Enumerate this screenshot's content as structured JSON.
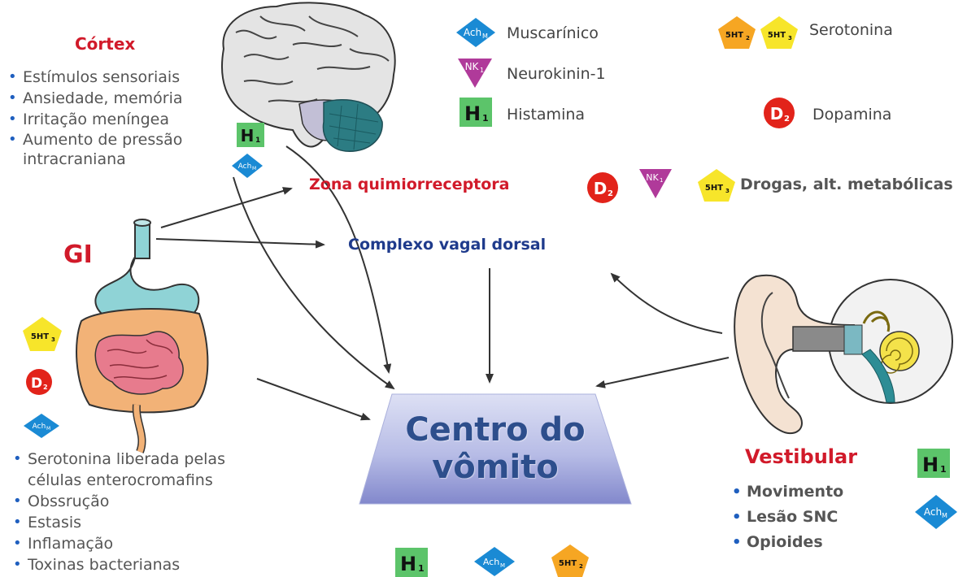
{
  "legend": {
    "muscarinic": {
      "badge_main": "Ach",
      "badge_sub": "M",
      "label": "Muscarínico"
    },
    "neurokinin": {
      "badge_main": "NK",
      "badge_sub": "1",
      "label": "Neurokinin-1"
    },
    "histamine": {
      "badge_main": "H",
      "badge_sub": "1",
      "label": "Histamina"
    },
    "serotonin": {
      "badge_a_main": "5HT",
      "badge_a_sub": "2",
      "badge_b_main": "5HT",
      "badge_b_sub": "3",
      "label": "Serotonina"
    },
    "dopamine": {
      "badge_main": "D",
      "badge_sub": "2",
      "label": "Dopamina"
    }
  },
  "cortex": {
    "title": "Córtex",
    "items": [
      "Estímulos sensoriais",
      "Ansiedade, memória",
      "Irritação meníngea",
      "Aumento de pressão intracraniana"
    ]
  },
  "czt": {
    "title": "Zona quimiorreceptora",
    "label": "Drogas, alt. metabólicas"
  },
  "vagal": {
    "title": "Complexo vagal dorsal"
  },
  "gi": {
    "title": "GI",
    "items": [
      "Serotonina liberada pelas células enterocromafins",
      "Obssrução",
      "Estasis",
      "Inflamação",
      "Toxinas bacterianas"
    ]
  },
  "center": {
    "line1": "Centro do",
    "line2": "vômito"
  },
  "vestibular": {
    "title": "Vestibular",
    "items": [
      "Movimento",
      "Lesão SNC",
      "Opioides"
    ]
  },
  "colors": {
    "red_heading": "#d11a2a",
    "blue_heading": "#1f3b8c",
    "ach_blue": "#1a8ad4",
    "nk_purple": "#b03a9a",
    "h1_green": "#5cc46a",
    "serotonin_yellow": "#f7e52a",
    "serotonin_orange": "#f6a623",
    "dopamine_red": "#e2231a"
  }
}
